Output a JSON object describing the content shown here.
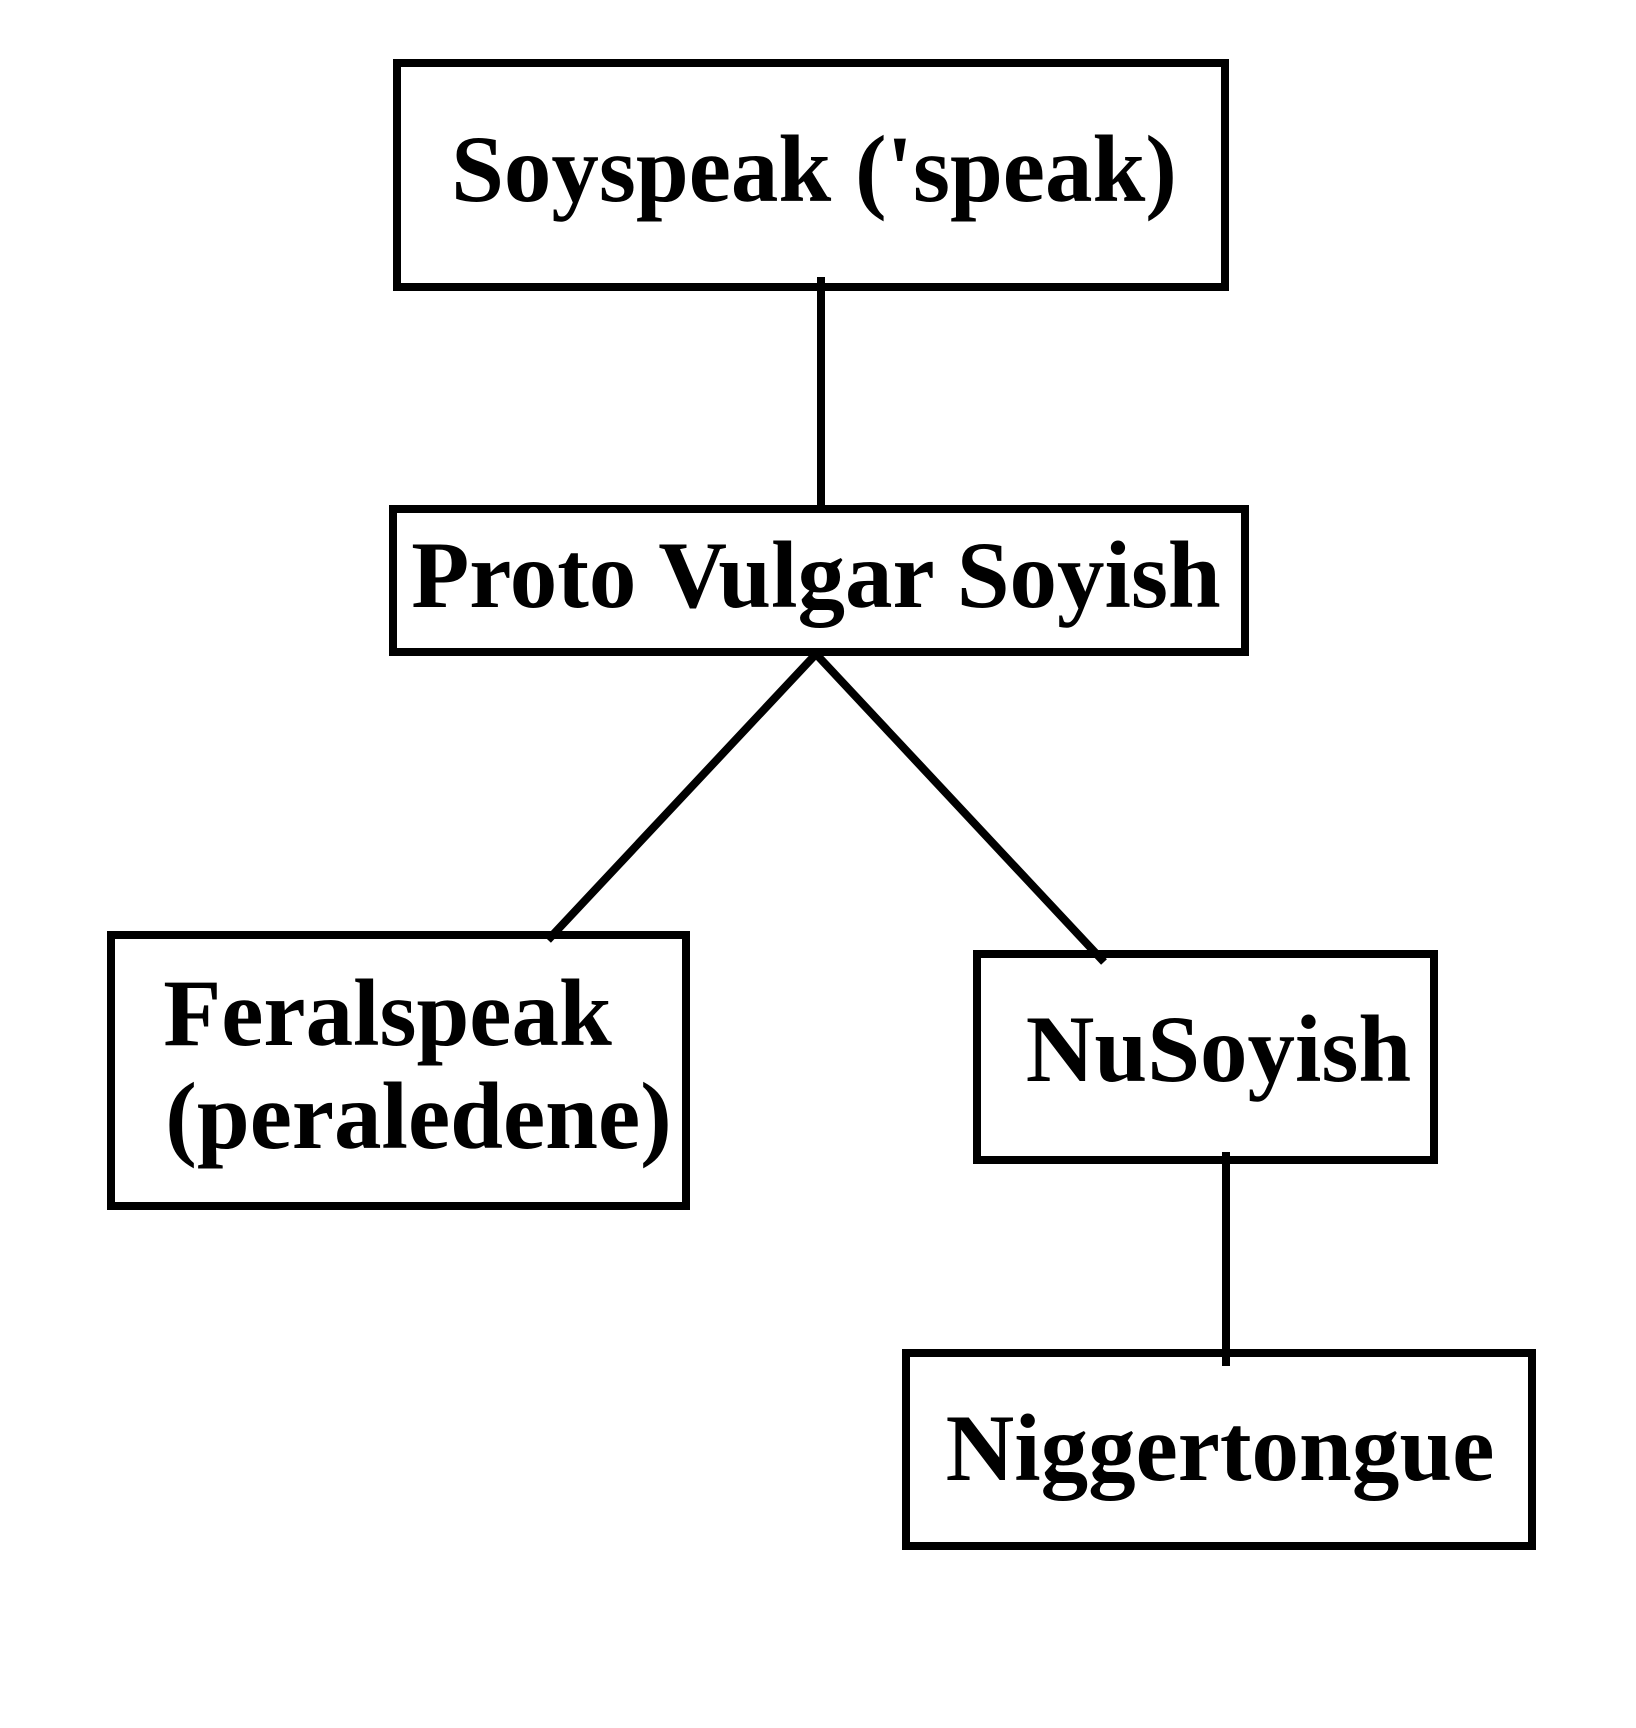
{
  "page": {
    "background": "#ffffff",
    "ink_color": "#000000"
  },
  "diagram": {
    "type": "tree",
    "nodes": [
      {
        "id": "soyspeak",
        "label": "Soyspeak ('speak)",
        "lines": [
          "Soyspeak ('speak)"
        ]
      },
      {
        "id": "proto",
        "label": "Proto Vulgar Soyish",
        "lines": [
          "Proto Vulgar Soyish"
        ]
      },
      {
        "id": "feralspeak",
        "label": "Feralspeak (peraledene)",
        "lines": [
          "Feralspeak",
          "(peraledene)"
        ]
      },
      {
        "id": "nusoyish",
        "label": "NuSoyish",
        "lines": [
          "NuSoyish"
        ]
      },
      {
        "id": "niggertongue",
        "label": "Niggertongue",
        "lines": [
          "Niggertongue"
        ]
      }
    ],
    "edges": [
      {
        "from": "soyspeak",
        "to": "proto"
      },
      {
        "from": "proto",
        "to": "feralspeak"
      },
      {
        "from": "proto",
        "to": "nusoyish"
      },
      {
        "from": "nusoyish",
        "to": "niggertongue"
      }
    ]
  }
}
